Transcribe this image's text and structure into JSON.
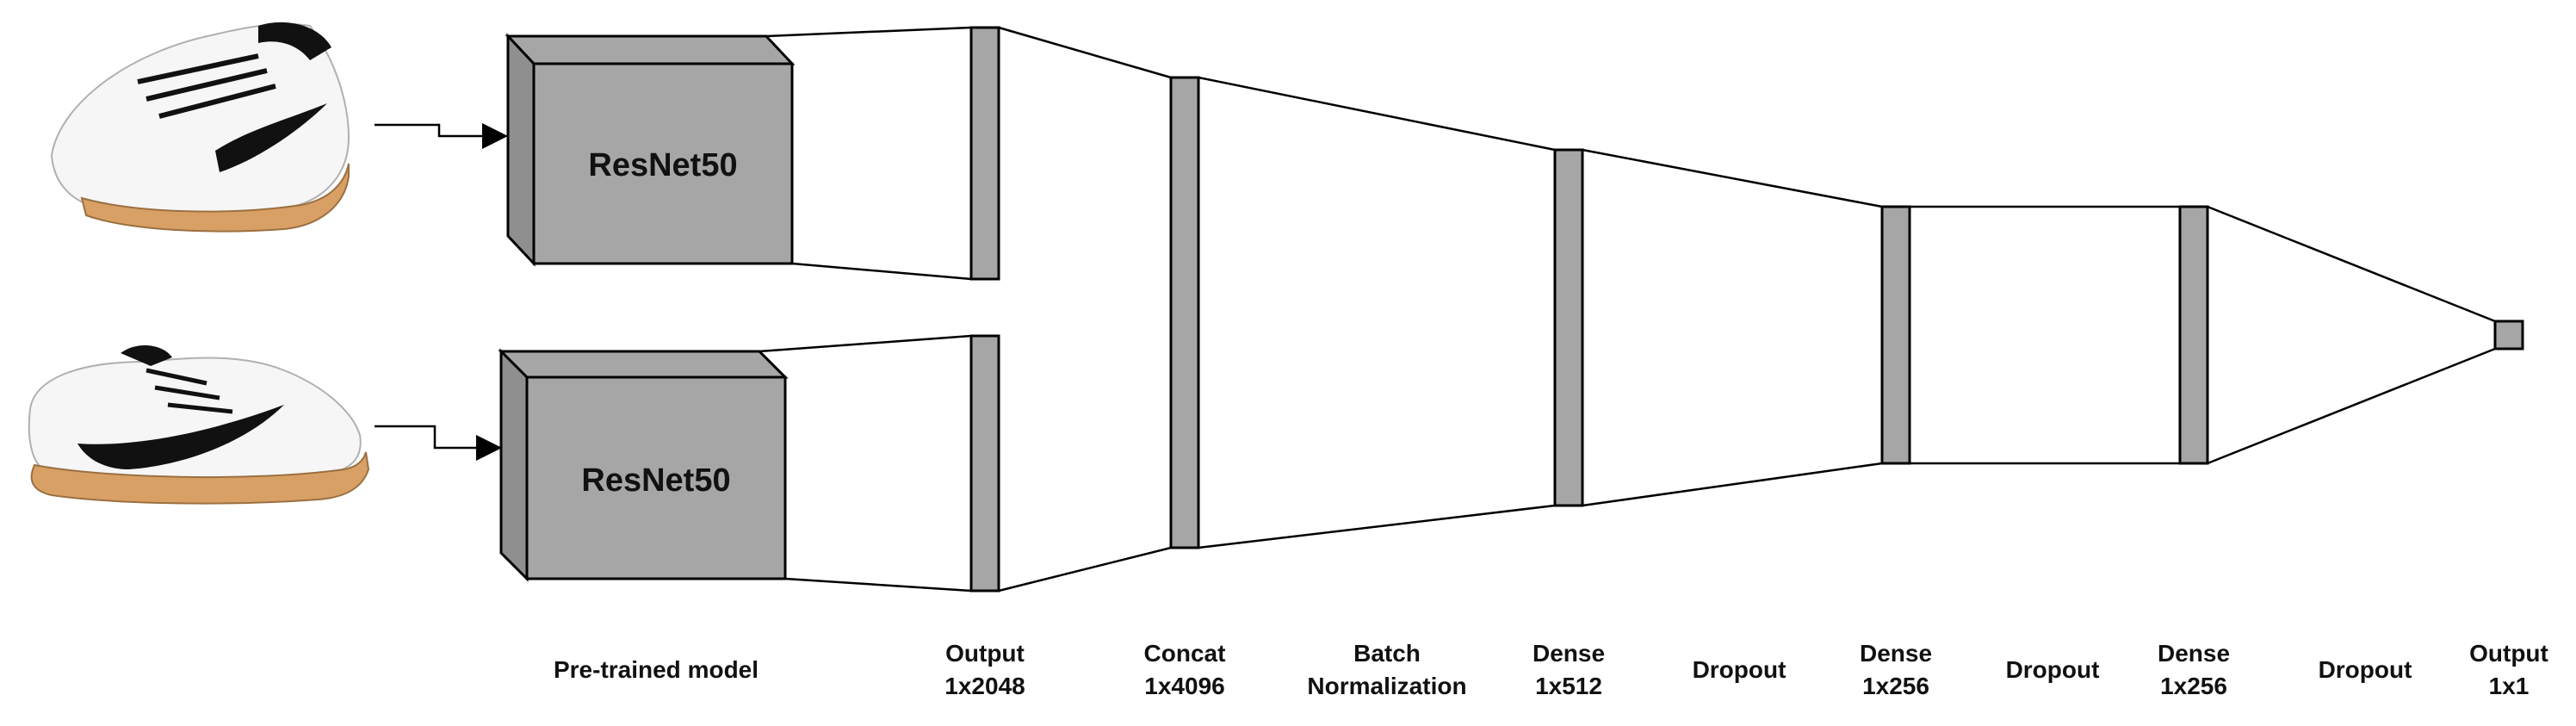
{
  "blocks": [
    {
      "label": "ResNet50"
    },
    {
      "label": "ResNet50"
    }
  ],
  "labels": {
    "pretrained": "Pre-trained model",
    "output_2048": [
      "Output",
      "1x2048"
    ],
    "concat": [
      "Concat",
      "1x4096"
    ],
    "batchnorm": [
      "Batch",
      "Normalization"
    ],
    "dense512": [
      "Dense",
      "1x512"
    ],
    "dropout1": "Dropout",
    "dense256a": [
      "Dense",
      "1x256"
    ],
    "dropout2": "Dropout",
    "dense256b": [
      "Dense",
      "1x256"
    ],
    "dropout3": "Dropout",
    "output1": [
      "Output",
      "1x1"
    ]
  },
  "colors": {
    "block_fill": "#a6a6a6",
    "block_side": "#8f8f8f",
    "layer_fill": "#a6a6a6",
    "stroke": "#000000",
    "shoe_upper": "#f6f6f6",
    "shoe_sole": "#d9a066",
    "shoe_swoosh": "#111111"
  },
  "icons": [
    "shoe-image-top",
    "shoe-image-bottom",
    "arrow-icon"
  ]
}
